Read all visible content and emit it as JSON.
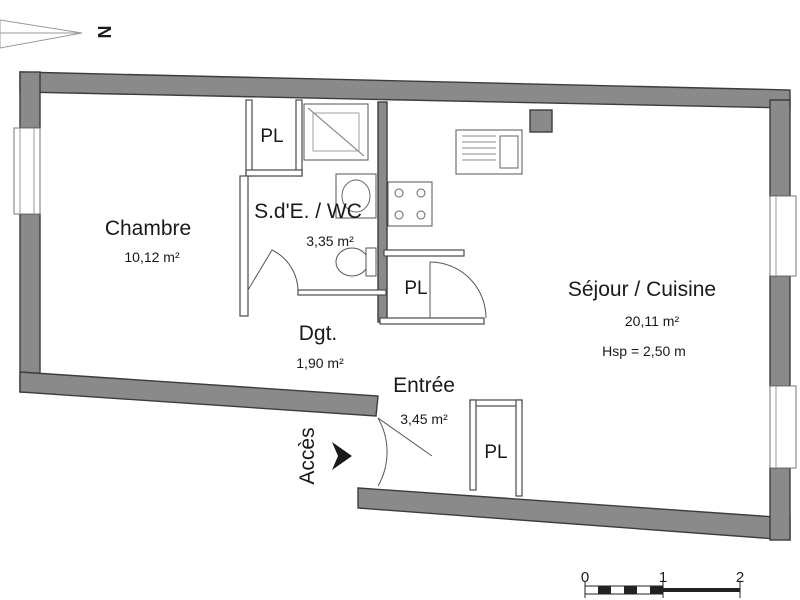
{
  "compass": {
    "label": "N"
  },
  "rooms": {
    "chambre": {
      "name": "Chambre",
      "area": "10,12 m²"
    },
    "sde_wc": {
      "name": "S.d'E. / WC",
      "area": "3,35 m²"
    },
    "dgt": {
      "name": "Dgt.",
      "area": "1,90 m²"
    },
    "entree": {
      "name": "Entrée",
      "area": "3,45 m²"
    },
    "sejour": {
      "name": "Séjour / Cuisine",
      "area": "20,11 m²",
      "height": "Hsp = 2,50 m"
    }
  },
  "closets": {
    "label": "PL"
  },
  "access": {
    "label": "Accès"
  },
  "scale": {
    "ticks": [
      "0",
      "1",
      "2"
    ]
  }
}
